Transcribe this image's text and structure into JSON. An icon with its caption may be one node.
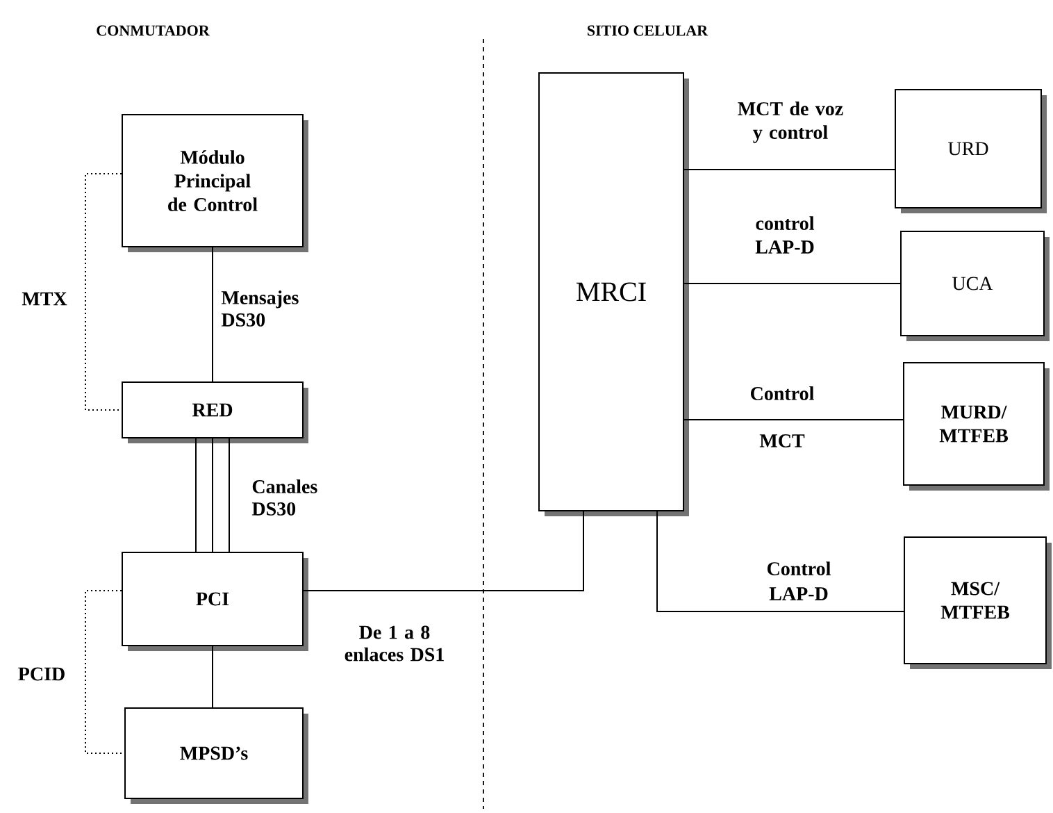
{
  "diagram": {
    "nodes": [
      {
        "text": [
          "Módulo Principal de Control"
        ]
      },
      {
        "text": [
          "RED"
        ]
      },
      {
        "text": [
          "PCI"
        ]
      },
      {
        "text": [
          "MPSD’s"
        ]
      },
      {
        "text": [
          "MRCI"
        ]
      },
      {
        "text": [
          "URD"
        ]
      },
      {
        "text": [
          "UCA"
        ]
      },
      {
        "text": [
          "MURD/ MTFEB"
        ]
      },
      {
        "text": [
          "MSC/ MTFEB"
        ]
      }
    ],
    "edges": [
      {
        "from": 0,
        "to": 1,
        "arrow": "none",
        "label": "Mensajes DS30"
      },
      {
        "from": 1,
        "to": 2,
        "arrow": "none"
      },
      {
        "from": 1,
        "to": 2,
        "arrow": "none"
      },
      {
        "from": 1,
        "to": 2,
        "arrow": "none",
        "label": "Canales DS30"
      },
      {
        "from": 2,
        "to": 3,
        "arrow": "none"
      },
      {
        "from": 2,
        "to": 4,
        "arrow": "none",
        "label": "De 1 a 8 enlaces DS1"
      },
      {
        "from": 4,
        "to": 5,
        "arrow": "none",
        "label": "MCT de voz y control"
      },
      {
        "from": 4,
        "to": 6,
        "arrow": "none",
        "label": "control LAP-D"
      },
      {
        "from": 4,
        "to": 7,
        "arrow": "none",
        "label": "Control MCT"
      },
      {
        "from": 4,
        "to": 8,
        "arrow": "none",
        "label": "Control LAP-D"
      },
      {
        "from": 0,
        "to": 1,
        "arrow": "none",
        "style": "dashed",
        "label": "MTX"
      },
      {
        "from": 2,
        "to": 3,
        "arrow": "none",
        "style": "dashed",
        "label": "PCID"
      }
    ],
    "labels": [
      "CONMUTADOR",
      "SITIO CELULAR"
    ]
  }
}
